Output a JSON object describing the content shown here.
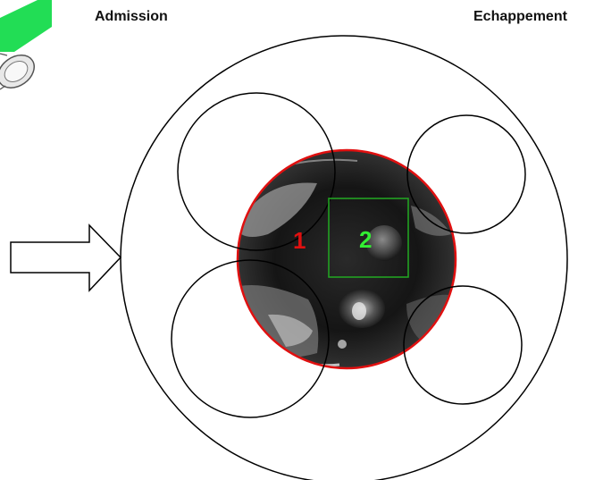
{
  "labels": {
    "left_title": "Admission",
    "right_title": "Echappement",
    "region_1": "1",
    "region_2": "2"
  },
  "colors": {
    "outline": "#000000",
    "chamber_boundary": "#e01010",
    "region_1_text": "#e01010",
    "region_2_box": "#22aa22",
    "region_2_text": "#33ee33",
    "pipe": "#22dd55",
    "background": "#ffffff"
  },
  "icons": {
    "flow_arrow": "right-arrow-outline",
    "inlet_pipe": "pipe-elbow"
  }
}
